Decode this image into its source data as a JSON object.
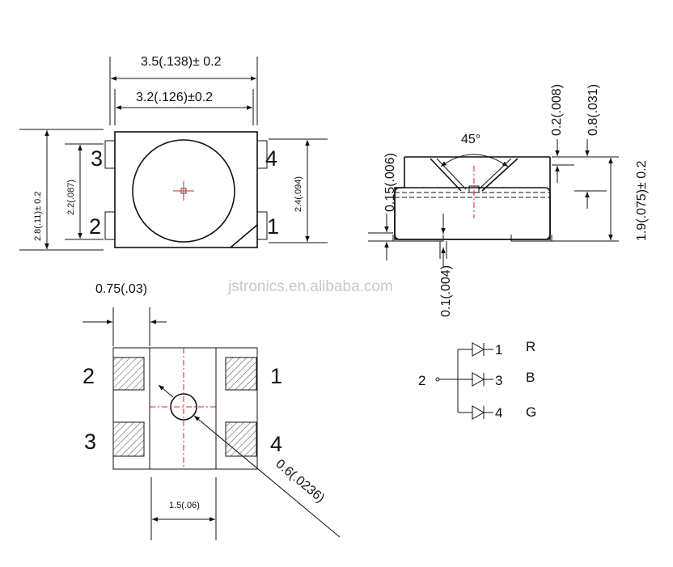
{
  "top_view": {
    "width_outer": "3.5(.138)± 0.2",
    "width_inner": "3.2(.126)±0.2",
    "height_outer": "2.8(.11)± 0.2",
    "height_inner": "2.2(.087)",
    "height_right": "2.4(.094)",
    "pins": [
      "3",
      "4",
      "2",
      "1"
    ]
  },
  "side_view": {
    "angle": "45°",
    "dim_02": "0.2(.008)",
    "dim_08": "0.8(.031)",
    "dim_015": "0.15(.006)",
    "dim_19": "1.9(.075)± 0.2",
    "dim_01": "0.1(.004)"
  },
  "footprint": {
    "pad_width": "0.75(.03)",
    "center_width": "1.5(.06)",
    "hole_dia": "0.6(.0236)",
    "pins": [
      "2",
      "1",
      "3",
      "4"
    ]
  },
  "circuit": {
    "common": "2",
    "outputs": [
      {
        "pin": "1",
        "color": "R"
      },
      {
        "pin": "3",
        "color": "B"
      },
      {
        "pin": "4",
        "color": "G"
      }
    ]
  },
  "watermark": "jstronics.en.alibaba.com"
}
